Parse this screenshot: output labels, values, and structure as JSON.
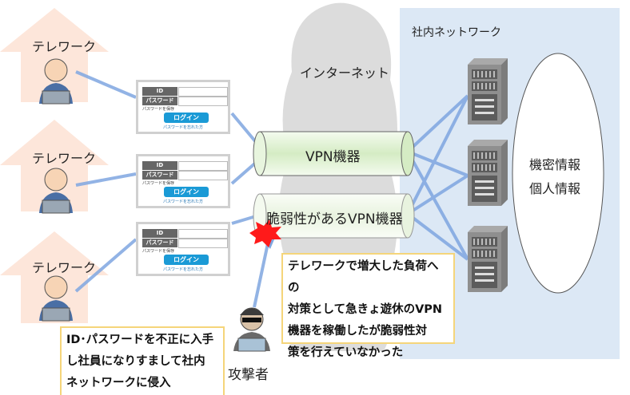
{
  "telework_label": "テレワーク",
  "internet_label": "インターネット",
  "network_label": "社内ネットワーク",
  "vpn_label": "VPN機器",
  "vulnerable_vpn_label": "脆弱性があるVPN機器",
  "data_labels": [
    "機密情報",
    "個人情報"
  ],
  "attacker_label": "攻撃者",
  "login_form": {
    "id_label": "ID",
    "password_label": "パスワード",
    "save_label": "パスワードを保存",
    "login_button": "ログイン",
    "forgot_link": "パスワードを忘れた方"
  },
  "callout_vpn": [
    "テレワークで増大した負荷への",
    "対策として急きょ遊休のVPN",
    "機器を稼働したが脆弱性対",
    "策を行えていなかった"
  ],
  "callout_attack": [
    "ID･パスワードを不正に入手",
    "し社員になりすまして社内",
    "ネットワークに侵入"
  ],
  "colors": {
    "house": "#fde6da",
    "network_bg": "#dce8f5",
    "cloud": "#dcdcdc",
    "line": "#7fa6e0",
    "vpn_green": "#e4f3d8",
    "burst": "#ff1a1a",
    "callout_border": "#f5d57a"
  }
}
